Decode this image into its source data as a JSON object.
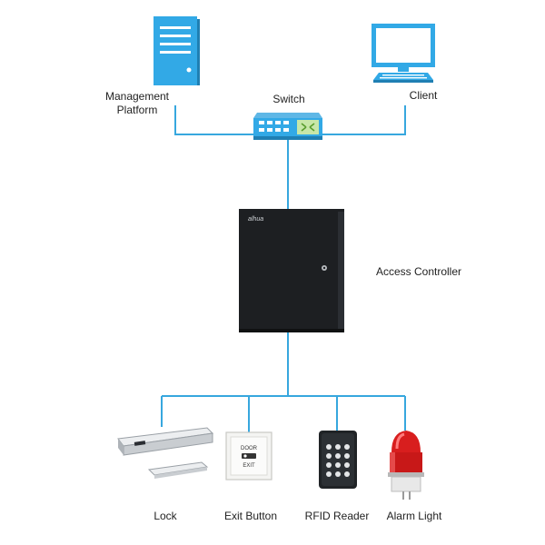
{
  "diagram": {
    "nodes": {
      "management_platform": {
        "label_line1": "Management",
        "label_line2": "Platform",
        "icon": "server-icon"
      },
      "switch": {
        "label": "Switch",
        "icon": "network-switch-icon"
      },
      "client": {
        "label": "Client",
        "icon": "desktop-computer-icon"
      },
      "access_controller": {
        "label": "Access Controller",
        "brand": "alhua",
        "icon": "controller-cabinet-icon"
      },
      "lock": {
        "label": "Lock",
        "icon": "magnetic-lock-icon"
      },
      "exit_button": {
        "label": "Exit Button",
        "icon": "exit-button-icon",
        "plate_top": "DOOR",
        "plate_bottom": "EXIT"
      },
      "rfid_reader": {
        "label": "RFID Reader",
        "icon": "rfid-keypad-icon"
      },
      "alarm_light": {
        "label": "Alarm Light",
        "icon": "alarm-beacon-icon"
      }
    },
    "colors": {
      "connector": "#37a7de",
      "server": "#32a9e6",
      "controller": "#1d1f22",
      "alarm": "#d81e1e"
    }
  }
}
